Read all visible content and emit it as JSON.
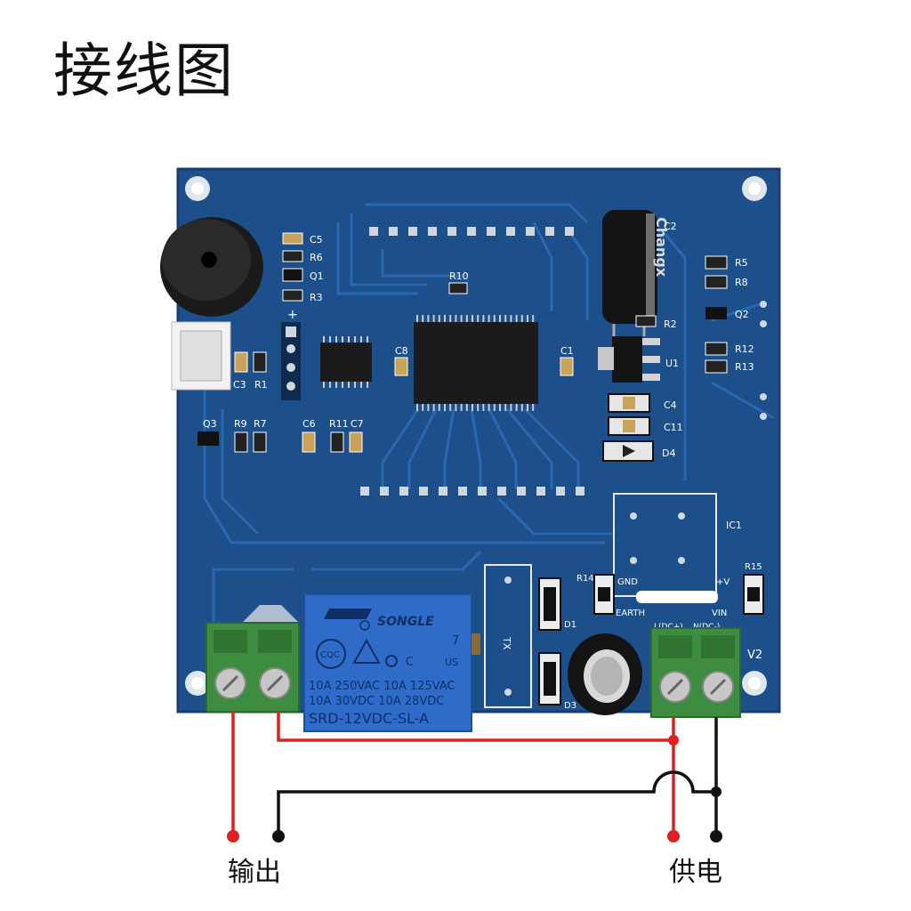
{
  "title": "接线图",
  "labels": {
    "output": "输出",
    "power": "供电"
  },
  "silkscreen": {
    "buzzer_parts": [
      "C5",
      "R6",
      "Q1",
      "R3"
    ],
    "header_plus": "+",
    "left_parts": [
      "C3",
      "R1"
    ],
    "bottom_left_parts": [
      "Q3",
      "R9",
      "R7",
      "C6",
      "R11",
      "C7"
    ],
    "mid_parts": [
      "R10",
      "C8",
      "C1"
    ],
    "cap_c2": "C2",
    "right_parts": [
      "R5",
      "R8",
      "Q2",
      "R12",
      "R13"
    ],
    "reg_parts": [
      "R2",
      "U1",
      "C4",
      "C11",
      "D4"
    ],
    "ic1": "IC1",
    "r14": "R14",
    "gnd": "GND",
    "plus_v": "+V",
    "r15": "R15",
    "earth": "EARTH",
    "vin": "VIN",
    "ldc": "L(DC+)",
    "ndc": "N(DC-)",
    "v2": "V2",
    "d1": "D1",
    "d3": "D3",
    "tx": "TX"
  },
  "relay": {
    "brand": "SONGLE",
    "spec1": "10A 250VAC  10A 125VAC",
    "spec2": "10A  30VDC  10A  28VDC",
    "model": "SRD-12VDC-SL-A",
    "cqc": "CQC",
    "ul": "US",
    "seven": "7",
    "c_mark": "C"
  },
  "capacitor_brand": "Changx",
  "colors": {
    "board": "#1d4f8a",
    "board_dark": "#163f70",
    "trace": "#2a6cb5",
    "terminal": "#3d8c3f",
    "relay": "#2f6cc9",
    "wire_red": "#e02020",
    "wire_black": "#111111"
  }
}
